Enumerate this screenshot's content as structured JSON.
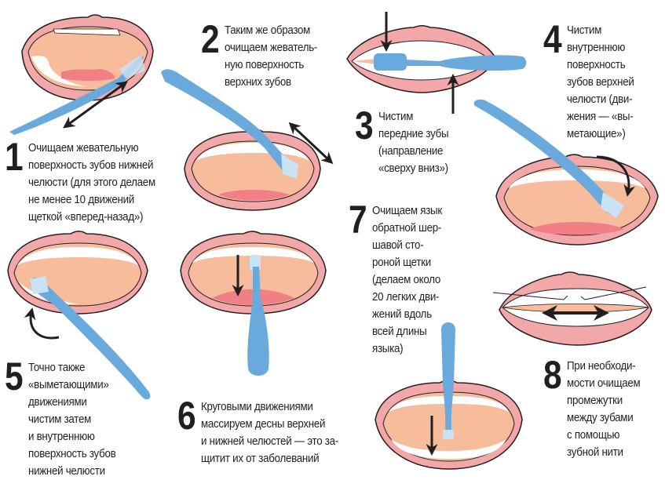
{
  "title": "Как правильно чистить зубы",
  "colors": {
    "lip": "#f2a7a8",
    "mouth": "#f6bc9b",
    "tongue": "#f17f86",
    "teeth": "#ffffff",
    "brush": "#6aa9dc",
    "bristles": "#c9e3f4",
    "outline": "#231f20",
    "floss": "#231f20"
  },
  "steps": [
    {
      "number": "1",
      "text": "Очищаем жевательную\nповерхность зубов нижней\nчелюсти (для этого делаем\nне менее 10 движений\nщеткой «вперед-назад»)"
    },
    {
      "number": "2",
      "text": "Таким же образом\nочищаем жеватель-\nную поверхность\nверхних зубов"
    },
    {
      "number": "3",
      "text": "Чистим\nпередние зубы\n(направление\n«сверху вниз»)"
    },
    {
      "number": "4",
      "text": "Чистим\nвнутреннюю\nповерхность\nзубов верхней\nчелюсти (дви-\nжения — «вы-\nметающие»)"
    },
    {
      "number": "5",
      "text": "Точно также\n«выметающими»\nдвижениями\nчистим затем\nи внутреннюю\nповерхность зубов\nнижней челюсти"
    },
    {
      "number": "6",
      "text": "Круговыми движениями\nмассируем десны верхней\nи нижней челюстей — это за-\nщитит их от заболеваний"
    },
    {
      "number": "7",
      "text": "Очищаем язык\nобратной шер-\nшавой сто-\nроной щетки\n(делаем около\n20 легких дви-\nжений вдоль\nвсей длины\nязыка)"
    },
    {
      "number": "8",
      "text": "При необходи-\nмости очищаем\nпромежутки\nмежду зубами\nс помощью\nзубной нити"
    }
  ],
  "icons": [
    "open-mouth-icon",
    "toothbrush-icon",
    "double-arrow-icon",
    "down-arrow-icon",
    "up-arrow-icon",
    "curved-arrow-icon",
    "dental-floss-icon"
  ]
}
